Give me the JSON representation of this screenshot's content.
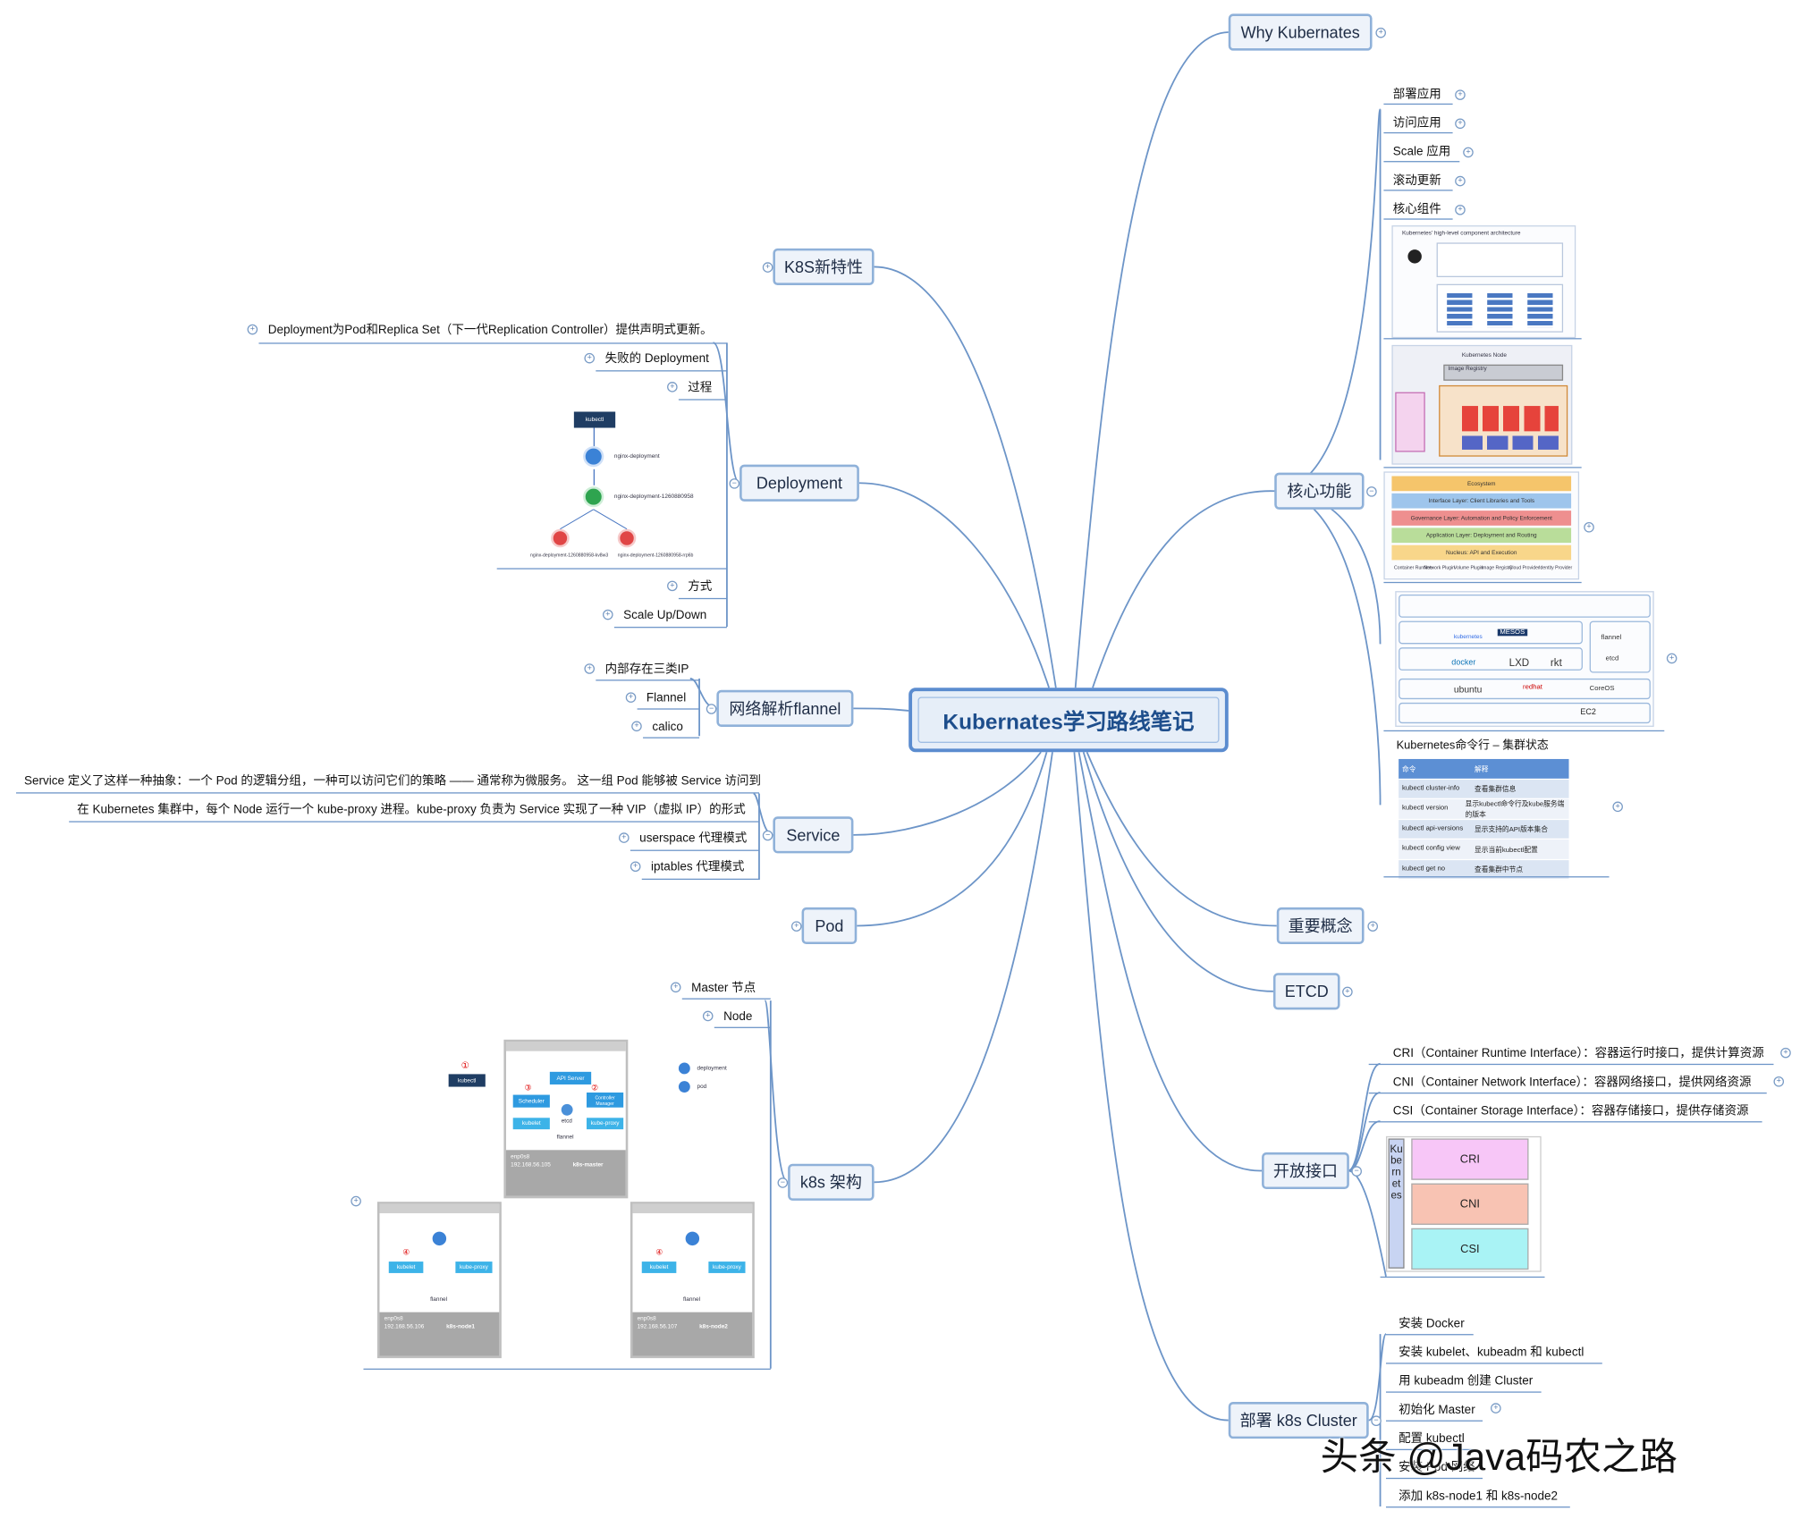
{
  "root": "Kubernates学习路线笔记",
  "right_nodes": {
    "why": "Why Kubernates",
    "core": "核心功能",
    "concept": "重要概念",
    "etcd": "ETCD",
    "open_api": "开放接口",
    "deploy": "部署 k8s Cluster"
  },
  "left_nodes": {
    "new": "K8S新特性",
    "deployment": "Deployment",
    "flannel": "网络解析flannel",
    "service": "Service",
    "pod": "Pod",
    "arch": "k8s 架构"
  },
  "core_items": [
    "部署应用",
    "访问应用",
    "Scale 应用",
    "滚动更新",
    "核心组件"
  ],
  "deployment_items": {
    "desc": "Deployment为Pod和Replica Set（下一代Replication Controller）提供声明式更新。",
    "failed": "失败的 Deployment",
    "process": "过程",
    "way": "方式",
    "scale": "Scale Up/Down"
  },
  "deployment_diagram": {
    "kubectl": "kubectl",
    "d1": "nginx-deployment",
    "d2": "nginx-deployment-1260880958",
    "p1": "nginx-deployment-1260880958-kv8w3",
    "p2": "nginx-deployment-1260880958-rrp6b"
  },
  "flannel_items": [
    "内部存在三类IP",
    "Flannel",
    "calico"
  ],
  "service_items": {
    "desc1": "Service 定义了这样一种抽象：一个 Pod 的逻辑分组，一种可以访问它们的策略 —— 通常称为微服务。 这一组 Pod 能够被 Service 访问到",
    "desc2": "在 Kubernetes 集群中，每个 Node 运行一个 kube-proxy 进程。kube-proxy 负责为 Service 实现了一种 VIP（虚拟 IP）的形式",
    "userspace": "userspace 代理模式",
    "iptables": "iptables 代理模式"
  },
  "arch_items": [
    "Master 节点",
    "Node"
  ],
  "arch_diagram": {
    "kubectl": "kubectl",
    "api": "API Server",
    "scheduler": "Scheduler",
    "controller": "Controller Manager",
    "etcd": "etcd",
    "kubelet": "kubelet",
    "kube_proxy": "kube-proxy",
    "flannel": "flannel",
    "master_host": "k8s-master",
    "node1_host": "k8s-node1",
    "node2_host": "k8s-node2",
    "master_ip": "192.168.56.105",
    "node1_ip": "192.168.56.106",
    "node2_ip": "192.168.56.107",
    "iface": "enp0s8",
    "legend_deployment": "deployment",
    "legend_pod": "pod",
    "n1": "①",
    "n2": "②",
    "n3": "③",
    "n4": "④"
  },
  "core_images": {
    "arch_title": "Kubernetes' high-level component architecture",
    "node_title": "Kubernetes Node",
    "image_registry": "Image Registry",
    "stack": [
      "Ecosystem",
      "Interface Layer: Client Libraries and Tools",
      "Governance Layer: Automation and Policy Enforcement",
      "Application Layer: Deployment and Routing",
      "Nucleus: API and Execution"
    ],
    "stack_bottom": [
      "Container Runtime",
      "Network Plugin",
      "Volume Plugin",
      "Image Registry",
      "Cloud Provider",
      "Identity Provider"
    ],
    "eco_labels": [
      "kubernetes",
      "MESOS",
      "docker",
      "LXD",
      "rkt",
      "ubuntu",
      "redhat",
      "CoreOS",
      "EC2",
      "flannel",
      "etcd"
    ]
  },
  "kubectl_table": {
    "title": "Kubernetes命令行 – 集群状态",
    "headers": [
      "命令",
      "解释"
    ],
    "rows": [
      [
        "kubectl cluster-info",
        "查看集群信息"
      ],
      [
        "kubectl version",
        "显示kubectl命令行及kube服务端的版本"
      ],
      [
        "kubectl api-versions",
        "显示支持的API版本集合"
      ],
      [
        "kubectl config view",
        "显示当前kubectl配置"
      ],
      [
        "kubectl get no",
        "查看集群中节点"
      ]
    ]
  },
  "open_items": [
    "CRI（Container Runtime Interface）：容器运行时接口，提供计算资源",
    "CNI（Container Network Interface）：容器网络接口，提供网络资源",
    "CSI（Container Storage Interface）：容器存储接口，提供存储资源"
  ],
  "interface_diagram": {
    "vertical": "Kubernetes",
    "cri": "CRI",
    "cni": "CNI",
    "csi": "CSI",
    "colors": [
      "#f7c6f7",
      "#f8c3b3",
      "#a9f3f5"
    ]
  },
  "deploy_items": [
    "安装 Docker",
    "安装 kubelet、kubeadm 和 kubectl",
    "用 kubeadm 创建 Cluster",
    "初始化 Master",
    "配置 kubectl",
    "安装 Pod 网络",
    "添加 k8s-node1 和 k8s-node2"
  ],
  "watermark": "头条 @Java码农之路",
  "colors": {
    "link": "#6d95c8",
    "node_border": "#8fb1d9",
    "root_text": "#1e4e8c"
  }
}
